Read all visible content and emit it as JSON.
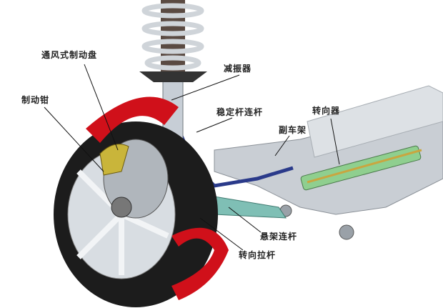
{
  "labels": {
    "brake_disc": "通风式制动盘",
    "caliper": "制动钳",
    "shock_absorber": "减振器",
    "stabilizer_link": "稳定杆连杆",
    "subframe": "副车架",
    "steering_gear": "转向器",
    "suspension_link": "悬架连杆",
    "tie_rod": "转向拉杆"
  },
  "colors": {
    "tire": "#1c1c1c",
    "cutaway": "#d0101a",
    "metal": "#b9c0c8",
    "arm": "#7fbfb5",
    "stabilizer": "#2a3a8a",
    "steering": "#8fcf8f"
  }
}
